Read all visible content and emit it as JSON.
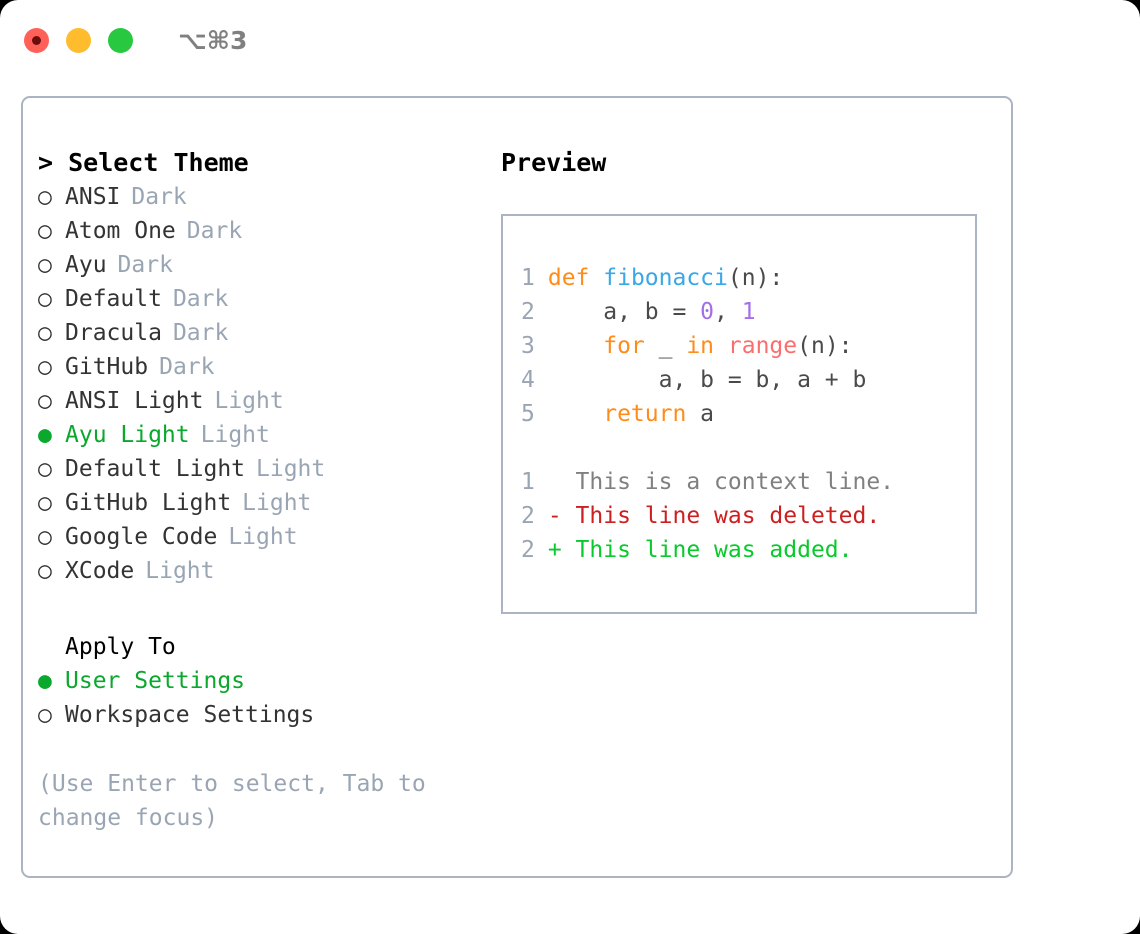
{
  "titlebar": {
    "shortcut": "⌥⌘3",
    "lights": [
      "close-red",
      "minimize-yellow",
      "maximize-green"
    ]
  },
  "left": {
    "heading": "> Select Theme",
    "themes": [
      {
        "marker": "○",
        "name": "ANSI",
        "kind": "Dark",
        "selected": false
      },
      {
        "marker": "○",
        "name": "Atom One",
        "kind": "Dark",
        "selected": false
      },
      {
        "marker": "○",
        "name": "Ayu",
        "kind": "Dark",
        "selected": false
      },
      {
        "marker": "○",
        "name": "Default",
        "kind": "Dark",
        "selected": false
      },
      {
        "marker": "○",
        "name": "Dracula",
        "kind": "Dark",
        "selected": false
      },
      {
        "marker": "○",
        "name": "GitHub",
        "kind": "Dark",
        "selected": false
      },
      {
        "marker": "○",
        "name": "ANSI Light",
        "kind": "Light",
        "selected": false
      },
      {
        "marker": "●",
        "name": "Ayu Light",
        "kind": "Light",
        "selected": true
      },
      {
        "marker": "○",
        "name": "Default Light",
        "kind": "Light",
        "selected": false
      },
      {
        "marker": "○",
        "name": "GitHub Light",
        "kind": "Light",
        "selected": false
      },
      {
        "marker": "○",
        "name": "Google Code",
        "kind": "Light",
        "selected": false
      },
      {
        "marker": "○",
        "name": "XCode",
        "kind": "Light",
        "selected": false
      }
    ],
    "apply_to_title": "Apply To",
    "apply_to": [
      {
        "marker": "●",
        "name": "User Settings",
        "selected": true
      },
      {
        "marker": "○",
        "name": "Workspace Settings",
        "selected": false
      }
    ],
    "hint": "(Use Enter to select, Tab to change focus)"
  },
  "right": {
    "preview_label": "Preview",
    "code_lines": [
      {
        "no": "1",
        "tokens": [
          {
            "t": " def ",
            "c": "kw"
          },
          {
            "t": "fibonacci",
            "c": "fn"
          },
          {
            "t": "(n):",
            "c": "plain"
          }
        ]
      },
      {
        "no": "2",
        "tokens": [
          {
            "t": "     a, b = ",
            "c": "plain"
          },
          {
            "t": "0",
            "c": "num"
          },
          {
            "t": ", ",
            "c": "plain"
          },
          {
            "t": "1",
            "c": "num"
          }
        ]
      },
      {
        "no": "3",
        "tokens": [
          {
            "t": "     for ",
            "c": "kw"
          },
          {
            "t": "_ ",
            "c": "plain"
          },
          {
            "t": "in ",
            "c": "kw"
          },
          {
            "t": "range",
            "c": "bi"
          },
          {
            "t": "(n):",
            "c": "plain"
          }
        ]
      },
      {
        "no": "4",
        "tokens": [
          {
            "t": "         a, b = b, a + b",
            "c": "plain"
          }
        ]
      },
      {
        "no": "5",
        "tokens": [
          {
            "t": "     return ",
            "c": "kw"
          },
          {
            "t": "a",
            "c": "plain"
          }
        ]
      }
    ],
    "diff_lines": [
      {
        "no": "1",
        "text": "   This is a context line.",
        "c": "ctx"
      },
      {
        "no": "2",
        "text": " - This line was deleted.",
        "c": "del"
      },
      {
        "no": "2",
        "text": " + This line was added.",
        "c": "add"
      }
    ]
  },
  "colors": {
    "accent_green": "#0aa82c",
    "muted": "#9aa5b4",
    "border": "#aab4c2",
    "keyword": "#ff8c1a",
    "function": "#39a7e8",
    "number": "#a46ee8",
    "builtin": "#fa6e6e",
    "diff_add": "#0ac92c",
    "diff_del": "#cc1f1f"
  }
}
